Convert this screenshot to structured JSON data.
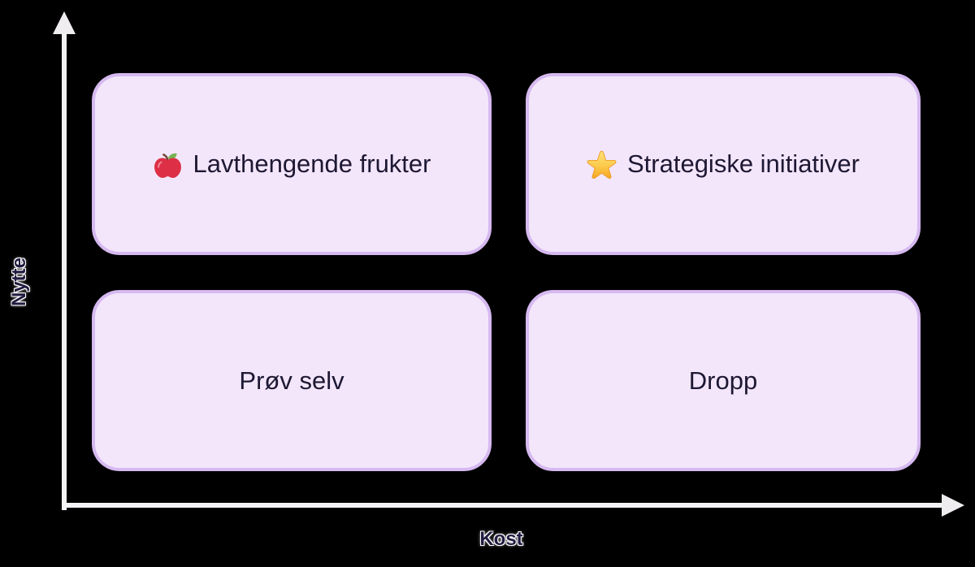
{
  "canvas": {
    "background": "#000000"
  },
  "axes": {
    "y": {
      "label": "Nytte"
    },
    "x": {
      "label": "Kost"
    },
    "line_color": "#f4f3f5",
    "label_color": "#231c41"
  },
  "quadrants": [
    {
      "position": "top-left",
      "icon": "apple-icon",
      "label": "Lavthengende frukter"
    },
    {
      "position": "top-right",
      "icon": "star-icon",
      "label": "Strategiske initiativer"
    },
    {
      "position": "bottom-left",
      "icon": null,
      "label": "Prøv selv"
    },
    {
      "position": "bottom-right",
      "icon": null,
      "label": "Dropp"
    }
  ],
  "style": {
    "box_fill": "#f3e6fb",
    "box_border": "#d6b9f0",
    "box_text": "#1e1833",
    "apple_red": "#dd2f45",
    "star_gold": "#f5a623"
  }
}
